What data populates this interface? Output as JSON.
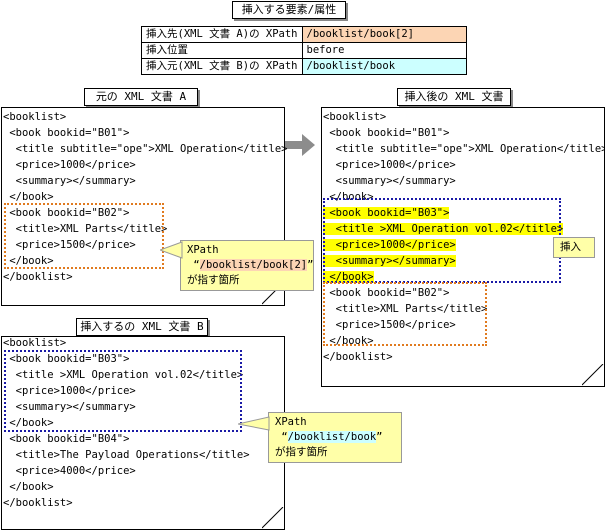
{
  "title": "挿入する要素/属性",
  "info_table": [
    {
      "key": "挿入先(XML 文書 A)の XPath",
      "value": "/booklist/book[2]",
      "color": "#fcd5b4"
    },
    {
      "key": "挿入位置",
      "value": "before",
      "color": "#ffffff"
    },
    {
      "key": "挿入元(XML 文書 B)の XPath",
      "value": "/booklist/book",
      "color": "#ccffff"
    }
  ],
  "doc_a": {
    "label": "元の XML 文書 A",
    "lines": [
      "<booklist>",
      " <book bookid=\"B01\">",
      "  <title subtitle=\"ope\">XML Operation</title>",
      "  <price>1000</price>",
      "  <summary></summary>",
      " </book>",
      " <book bookid=\"B02\">",
      "  <title>XML Parts</title>",
      "  <price>1500</price>",
      " </book>",
      "</booklist>"
    ],
    "callout": {
      "line1": "XPath",
      "q_open": "“",
      "xpath": "/booklist/book[2]",
      "q_close": "”",
      "line3": "が指す箇所"
    }
  },
  "doc_b": {
    "label": "挿入するの XML 文書 B",
    "lines": [
      "<booklist>",
      " <book bookid=\"B03\">",
      "  <title >XML Operation vol.02</title>",
      "  <price>1000</price>",
      "  <summary></summary>",
      " </book>",
      " <book bookid=\"B04\">",
      "  <title>The Payload Operations</title>",
      "  <price>4000</price>",
      " </book>",
      "</booklist>"
    ],
    "callout": {
      "line1": "XPath",
      "q_open": "“",
      "xpath": "/booklist/book",
      "q_close": "”",
      "line3": "が指す箇所"
    }
  },
  "doc_after": {
    "label": "挿入後の XML 文書",
    "lines": [
      "<booklist>",
      " <book bookid=\"B01\">",
      "  <title subtitle=\"ope\">XML Operation</title>",
      "  <price>1000</price>",
      "  <summary></summary>",
      " </book>",
      " <book bookid=\"B03\">",
      "  <title >XML Operation vol.02</title>",
      "  <price>1000</price>",
      "  <summary></summary>",
      " </book>",
      " <book bookid=\"B02\">",
      "  <title>XML Parts</title>",
      "  <price>1500</price>",
      " </book>",
      "</booklist>"
    ],
    "callout": "挿入"
  },
  "colors": {
    "blue_dots": "#1a1aa6",
    "orange_dots": "#e07a1f",
    "highlight": "#ffff00",
    "callout_bg": "#ffffa8",
    "arrow": "#8c8c8c"
  }
}
